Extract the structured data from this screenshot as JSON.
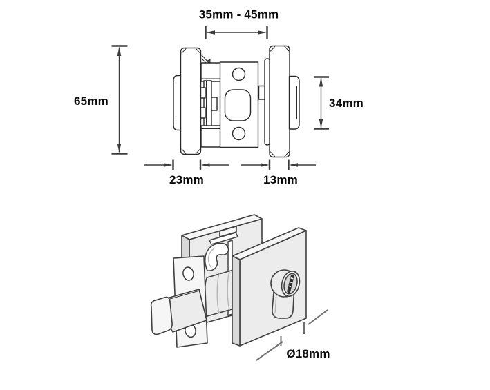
{
  "side_view": {
    "labels": {
      "backset_range": "35mm - 45mm",
      "overall_height": "65mm",
      "cylinder_rose_height": "34mm",
      "interior_depth": "23mm",
      "exterior_depth": "13mm"
    }
  },
  "iso_view": {
    "labels": {
      "cylinder_diameter": "Ø18mm"
    }
  },
  "colors": {
    "background": "#ffffff",
    "line": "#2b2b2b",
    "iso_line": "#404040",
    "dim": "#3c3c3c",
    "iso_dim": "#6f6f6f",
    "text": "#0b0b0b",
    "fill_white": "#ffffff",
    "fill_top": "#f6f6f6",
    "fill_front": "#ececec",
    "fill_side": "#d8d8d8",
    "keyway": "#2e2e2e"
  }
}
